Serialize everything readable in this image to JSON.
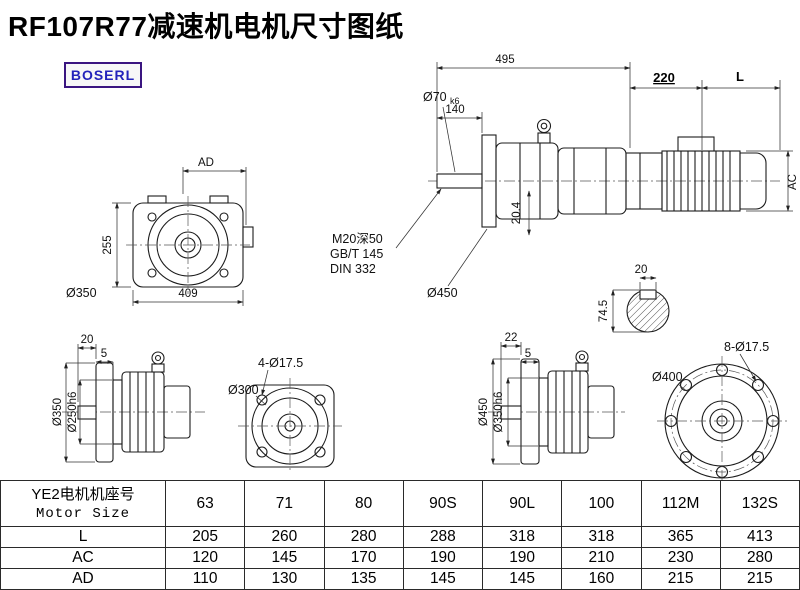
{
  "page": {
    "title": "RF107R77减速机电机尺寸图纸",
    "logo": "BOSERL"
  },
  "colors": {
    "drawing_line": "#1c1c1c",
    "logo_text": "#2222bb",
    "logo_border": "#3a1580",
    "table_border": "#2a2a2a",
    "background": "#ffffff"
  },
  "front_view": {
    "ad": "AD",
    "h255": "255",
    "w409": "409",
    "d350": "Ø350"
  },
  "side_view": {
    "len495": "495",
    "len140": "140",
    "shaft_d": "Ø70",
    "shaft_tol": "k6",
    "len220": "220",
    "lenL": "L",
    "ac": "AC",
    "note1": "M20深50",
    "note2": "GB/T 145",
    "note3": "DIN 332",
    "d450": "Ø450",
    "key204": "20.4",
    "sec20": "20",
    "sec745": "74.5"
  },
  "flange_a": {
    "len20": "20",
    "len5": "5",
    "d350": "Ø350",
    "d250": "Ø250h6"
  },
  "bolt_b": {
    "holes": "4-Ø17.5",
    "d300": "Ø300"
  },
  "flange_c": {
    "len22": "22",
    "len5": "5",
    "d450": "Ø450",
    "d350": "Ø350h6"
  },
  "bolt_d": {
    "holes": "8-Ø17.5",
    "d400": "Ø400"
  },
  "table": {
    "header_cn": "YE2电机机座号",
    "header_en": "Motor Size",
    "sizes": [
      "63",
      "71",
      "80",
      "90S",
      "90L",
      "100",
      "112M",
      "132S"
    ],
    "rows": [
      {
        "label": "L",
        "values": [
          "205",
          "260",
          "280",
          "288",
          "318",
          "318",
          "365",
          "413"
        ]
      },
      {
        "label": "AC",
        "values": [
          "120",
          "145",
          "170",
          "190",
          "190",
          "210",
          "230",
          "280"
        ]
      },
      {
        "label": "AD",
        "values": [
          "110",
          "130",
          "135",
          "145",
          "145",
          "160",
          "215",
          "215"
        ]
      }
    ]
  }
}
